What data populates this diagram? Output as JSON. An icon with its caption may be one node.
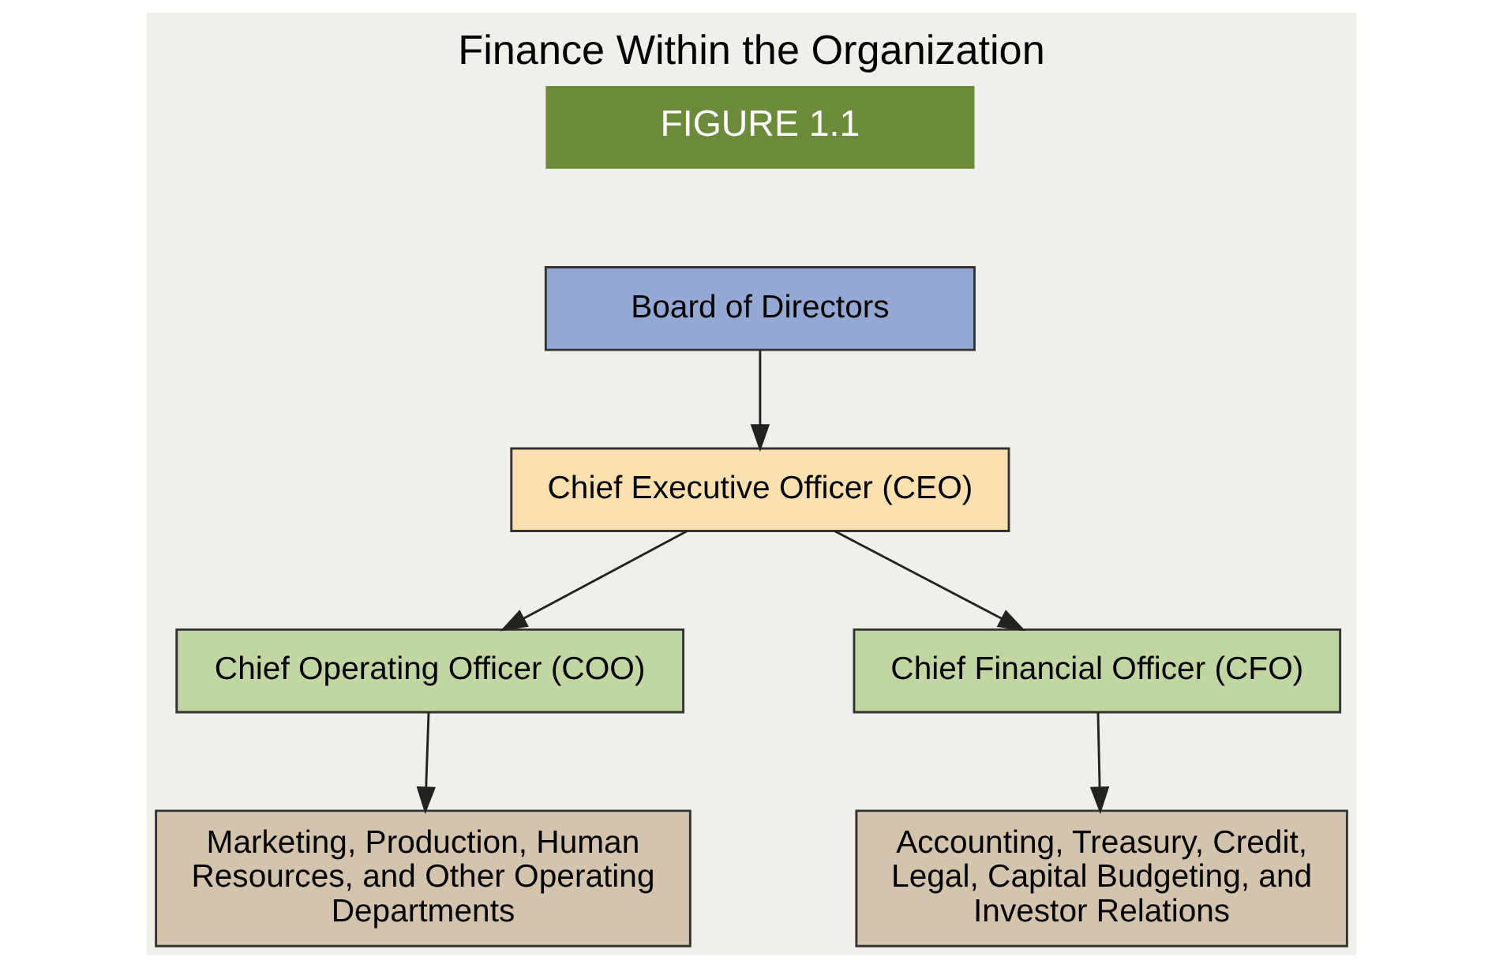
{
  "diagram": {
    "title": "Finance Within the Organization",
    "nodes": [
      {
        "text": [
          "Board of Directors"
        ]
      },
      {
        "text": [
          "Chief Executive Officer (CEO)"
        ]
      },
      {
        "text": [
          "Chief Operating Officer (COO)"
        ]
      },
      {
        "text": [
          "Chief Financial Officer (CFO)"
        ]
      },
      {
        "text": [
          "Marketing, Production, Human Resources, and Other Operating Departments"
        ]
      },
      {
        "text": [
          "Accounting, Treasury, Credit, Legal, Capital Budgeting, and Investor Relations"
        ]
      }
    ],
    "edges": [
      {
        "from": 0,
        "to": 1,
        "arrow": "to"
      },
      {
        "from": 1,
        "to": 2,
        "arrow": "to"
      },
      {
        "from": 1,
        "to": 3,
        "arrow": "to"
      },
      {
        "from": 2,
        "to": 4,
        "arrow": "to"
      },
      {
        "from": 3,
        "to": 5,
        "arrow": "to"
      }
    ],
    "labels": [
      "FIGURE 1.1"
    ]
  }
}
